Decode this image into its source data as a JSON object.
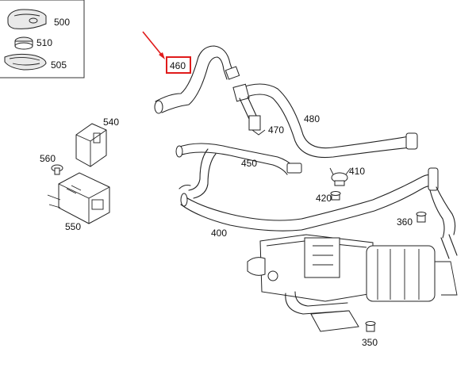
{
  "labels": {
    "p500": "500",
    "p510": "510",
    "p505": "505",
    "p460": "460",
    "p480": "480",
    "p470": "470",
    "p540": "540",
    "p450": "450",
    "p410": "410",
    "p420": "420",
    "p560": "560",
    "p550": "550",
    "p360": "360",
    "p400": "400",
    "p350": "350"
  },
  "colors": {
    "highlight": "#e01b1b",
    "line": "#222222"
  }
}
